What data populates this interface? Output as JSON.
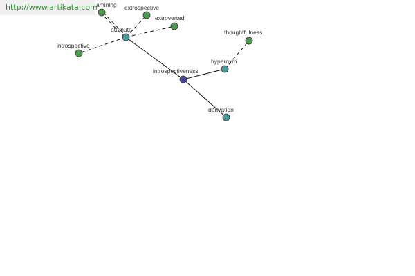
{
  "banner": {
    "url": "http://www.artikata.com"
  },
  "colors": {
    "center_node": "#4a4a9c",
    "relation_node": "#4a9a9a",
    "word_node": "#4f9a4f",
    "edge": "#111111"
  },
  "graph": {
    "nodes": [
      {
        "id": "introspectiveness",
        "label": "introspectiveness",
        "kind": "center"
      },
      {
        "id": "attribute",
        "label": "attribute",
        "kind": "relation"
      },
      {
        "id": "hypernym",
        "label": "hypernym",
        "kind": "relation"
      },
      {
        "id": "derivation",
        "label": "derivation",
        "kind": "relation"
      },
      {
        "id": "amining",
        "label": "amining",
        "kind": "word"
      },
      {
        "id": "extrospective",
        "label": "extrospective",
        "kind": "word"
      },
      {
        "id": "extroverted",
        "label": "extroverted",
        "kind": "word"
      },
      {
        "id": "introspective",
        "label": "introspective",
        "kind": "word"
      },
      {
        "id": "thoughtfulness",
        "label": "thoughtfulness",
        "kind": "word"
      }
    ],
    "edges": [
      {
        "from": "introspectiveness",
        "to": "attribute",
        "style": "solid"
      },
      {
        "from": "introspectiveness",
        "to": "hypernym",
        "style": "solid"
      },
      {
        "from": "introspectiveness",
        "to": "derivation",
        "style": "solid"
      },
      {
        "from": "attribute",
        "to": "amining",
        "style": "dashed"
      },
      {
        "from": "attribute",
        "to": "extrospective",
        "style": "dashed"
      },
      {
        "from": "attribute",
        "to": "extroverted",
        "style": "dashed"
      },
      {
        "from": "attribute",
        "to": "introspective",
        "style": "dashed"
      },
      {
        "from": "hypernym",
        "to": "thoughtfulness",
        "style": "dashed"
      }
    ]
  }
}
